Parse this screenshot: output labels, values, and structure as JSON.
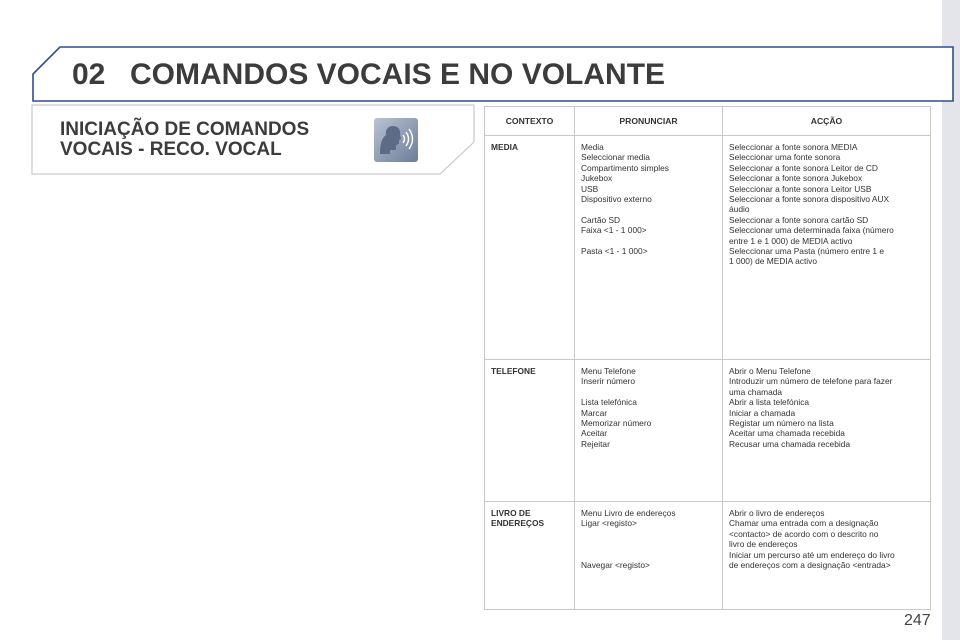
{
  "header": {
    "chapter_number": "02",
    "chapter_title": "COMANDOS VOCAIS E NO VOLANTE"
  },
  "section": {
    "title_line1": "INICIAÇÃO DE COMANDOS",
    "title_line2": "VOCAIS - RECO. VOCAL",
    "icon": "voice-command-icon"
  },
  "table": {
    "headers": [
      "CONTEXTO",
      "PRONUNCIAR",
      "ACÇÃO"
    ],
    "rows": [
      {
        "context": [
          "MEDIA"
        ],
        "pronounce": [
          "Media",
          "Seleccionar media",
          "Compartimento simples",
          "Jukebox",
          "USB",
          "Dispositivo externo",
          "",
          "Cartão SD",
          "Faixa <1 - 1 000>",
          "",
          "Pasta <1 - 1 000>"
        ],
        "action": [
          "Seleccionar a fonte sonora MEDIA",
          "Seleccionar uma fonte sonora",
          "Seleccionar a fonte sonora Leitor de CD",
          "Seleccionar a fonte sonora Jukebox",
          "Seleccionar a fonte sonora Leitor USB",
          "Seleccionar a fonte sonora dispositivo AUX",
          "áudio",
          "Seleccionar a fonte sonora cartão SD",
          "Seleccionar uma determinada faixa (número",
          "entre 1 e 1 000) de MEDIA activo",
          "Seleccionar uma Pasta (número entre 1 e",
          "1 000) de MEDIA activo"
        ]
      },
      {
        "context": [
          "TELEFONE"
        ],
        "pronounce": [
          "Menu Telefone",
          "Inserir número",
          "",
          "Lista telefónica",
          "Marcar",
          "Memorizar número",
          "Aceitar",
          "Rejeitar"
        ],
        "action": [
          "Abrir o Menu Telefone",
          "Introduzir um número de telefone para fazer",
          "uma chamada",
          "Abrir a lista telefónica",
          "Iniciar a chamada",
          "Registar um número na lista",
          "Aceitar uma chamada recebida",
          "Recusar uma chamada recebida"
        ]
      },
      {
        "context": [
          "LIVRO DE",
          "ENDEREÇOS"
        ],
        "pronounce": [
          "Menu Livro de endereços",
          "Ligar <registo>",
          "",
          "",
          "",
          "Navegar <registo>"
        ],
        "action": [
          "Abrir o livro de endereços",
          "Chamar uma entrada com a designação",
          "<contacto> de acordo com o descrito no",
          "livro de endereços",
          "Iniciar um percurso até um endereço do livro",
          "de endereços com a designação <entrada>"
        ]
      }
    ]
  },
  "footer": {
    "page_number": "247"
  },
  "colors": {
    "frame_blue": "#2f4f8a",
    "text": "#3c3c3c",
    "panel_border": "#c9c9c9"
  }
}
